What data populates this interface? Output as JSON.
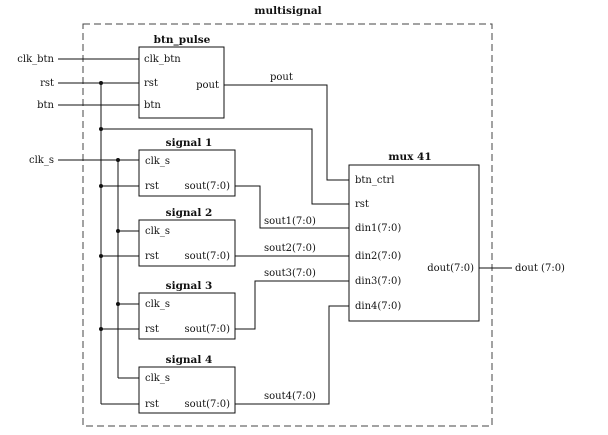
{
  "diagram": {
    "top_title": "multisignal",
    "inputs": {
      "clk_btn": "clk_btn",
      "rst": "rst",
      "btn": "btn",
      "clk_s": "clk_s"
    },
    "output": "dout (7:0)",
    "btn_pulse": {
      "title": "btn_pulse",
      "ports": {
        "clk_btn": "clk_btn",
        "rst": "rst",
        "btn": "btn",
        "pout": "pout"
      }
    },
    "signals": [
      {
        "title": "signal 1",
        "clk": "clk_s",
        "rst": "rst",
        "out": "sout(7:0)"
      },
      {
        "title": "signal 2",
        "clk": "clk_s",
        "rst": "rst",
        "out": "sout(7:0)"
      },
      {
        "title": "signal 3",
        "clk": "clk_s",
        "rst": "rst",
        "out": "sout(7:0)"
      },
      {
        "title": "signal 4",
        "clk": "clk_s",
        "rst": "rst",
        "out": "sout(7:0)"
      }
    ],
    "mux": {
      "title": "mux 41",
      "ports": {
        "btn_ctrl": "btn_ctrl",
        "rst": "rst",
        "din1": "din1(7:0)",
        "din2": "din2(7:0)",
        "din3": "din3(7:0)",
        "din4": "din4(7:0)",
        "dout": "dout(7:0)"
      }
    },
    "wires": {
      "pout": "pout",
      "sout1": "sout1(7:0)",
      "sout2": "sout2(7:0)",
      "sout3": "sout3(7:0)",
      "sout4": "sout4(7:0)"
    }
  }
}
